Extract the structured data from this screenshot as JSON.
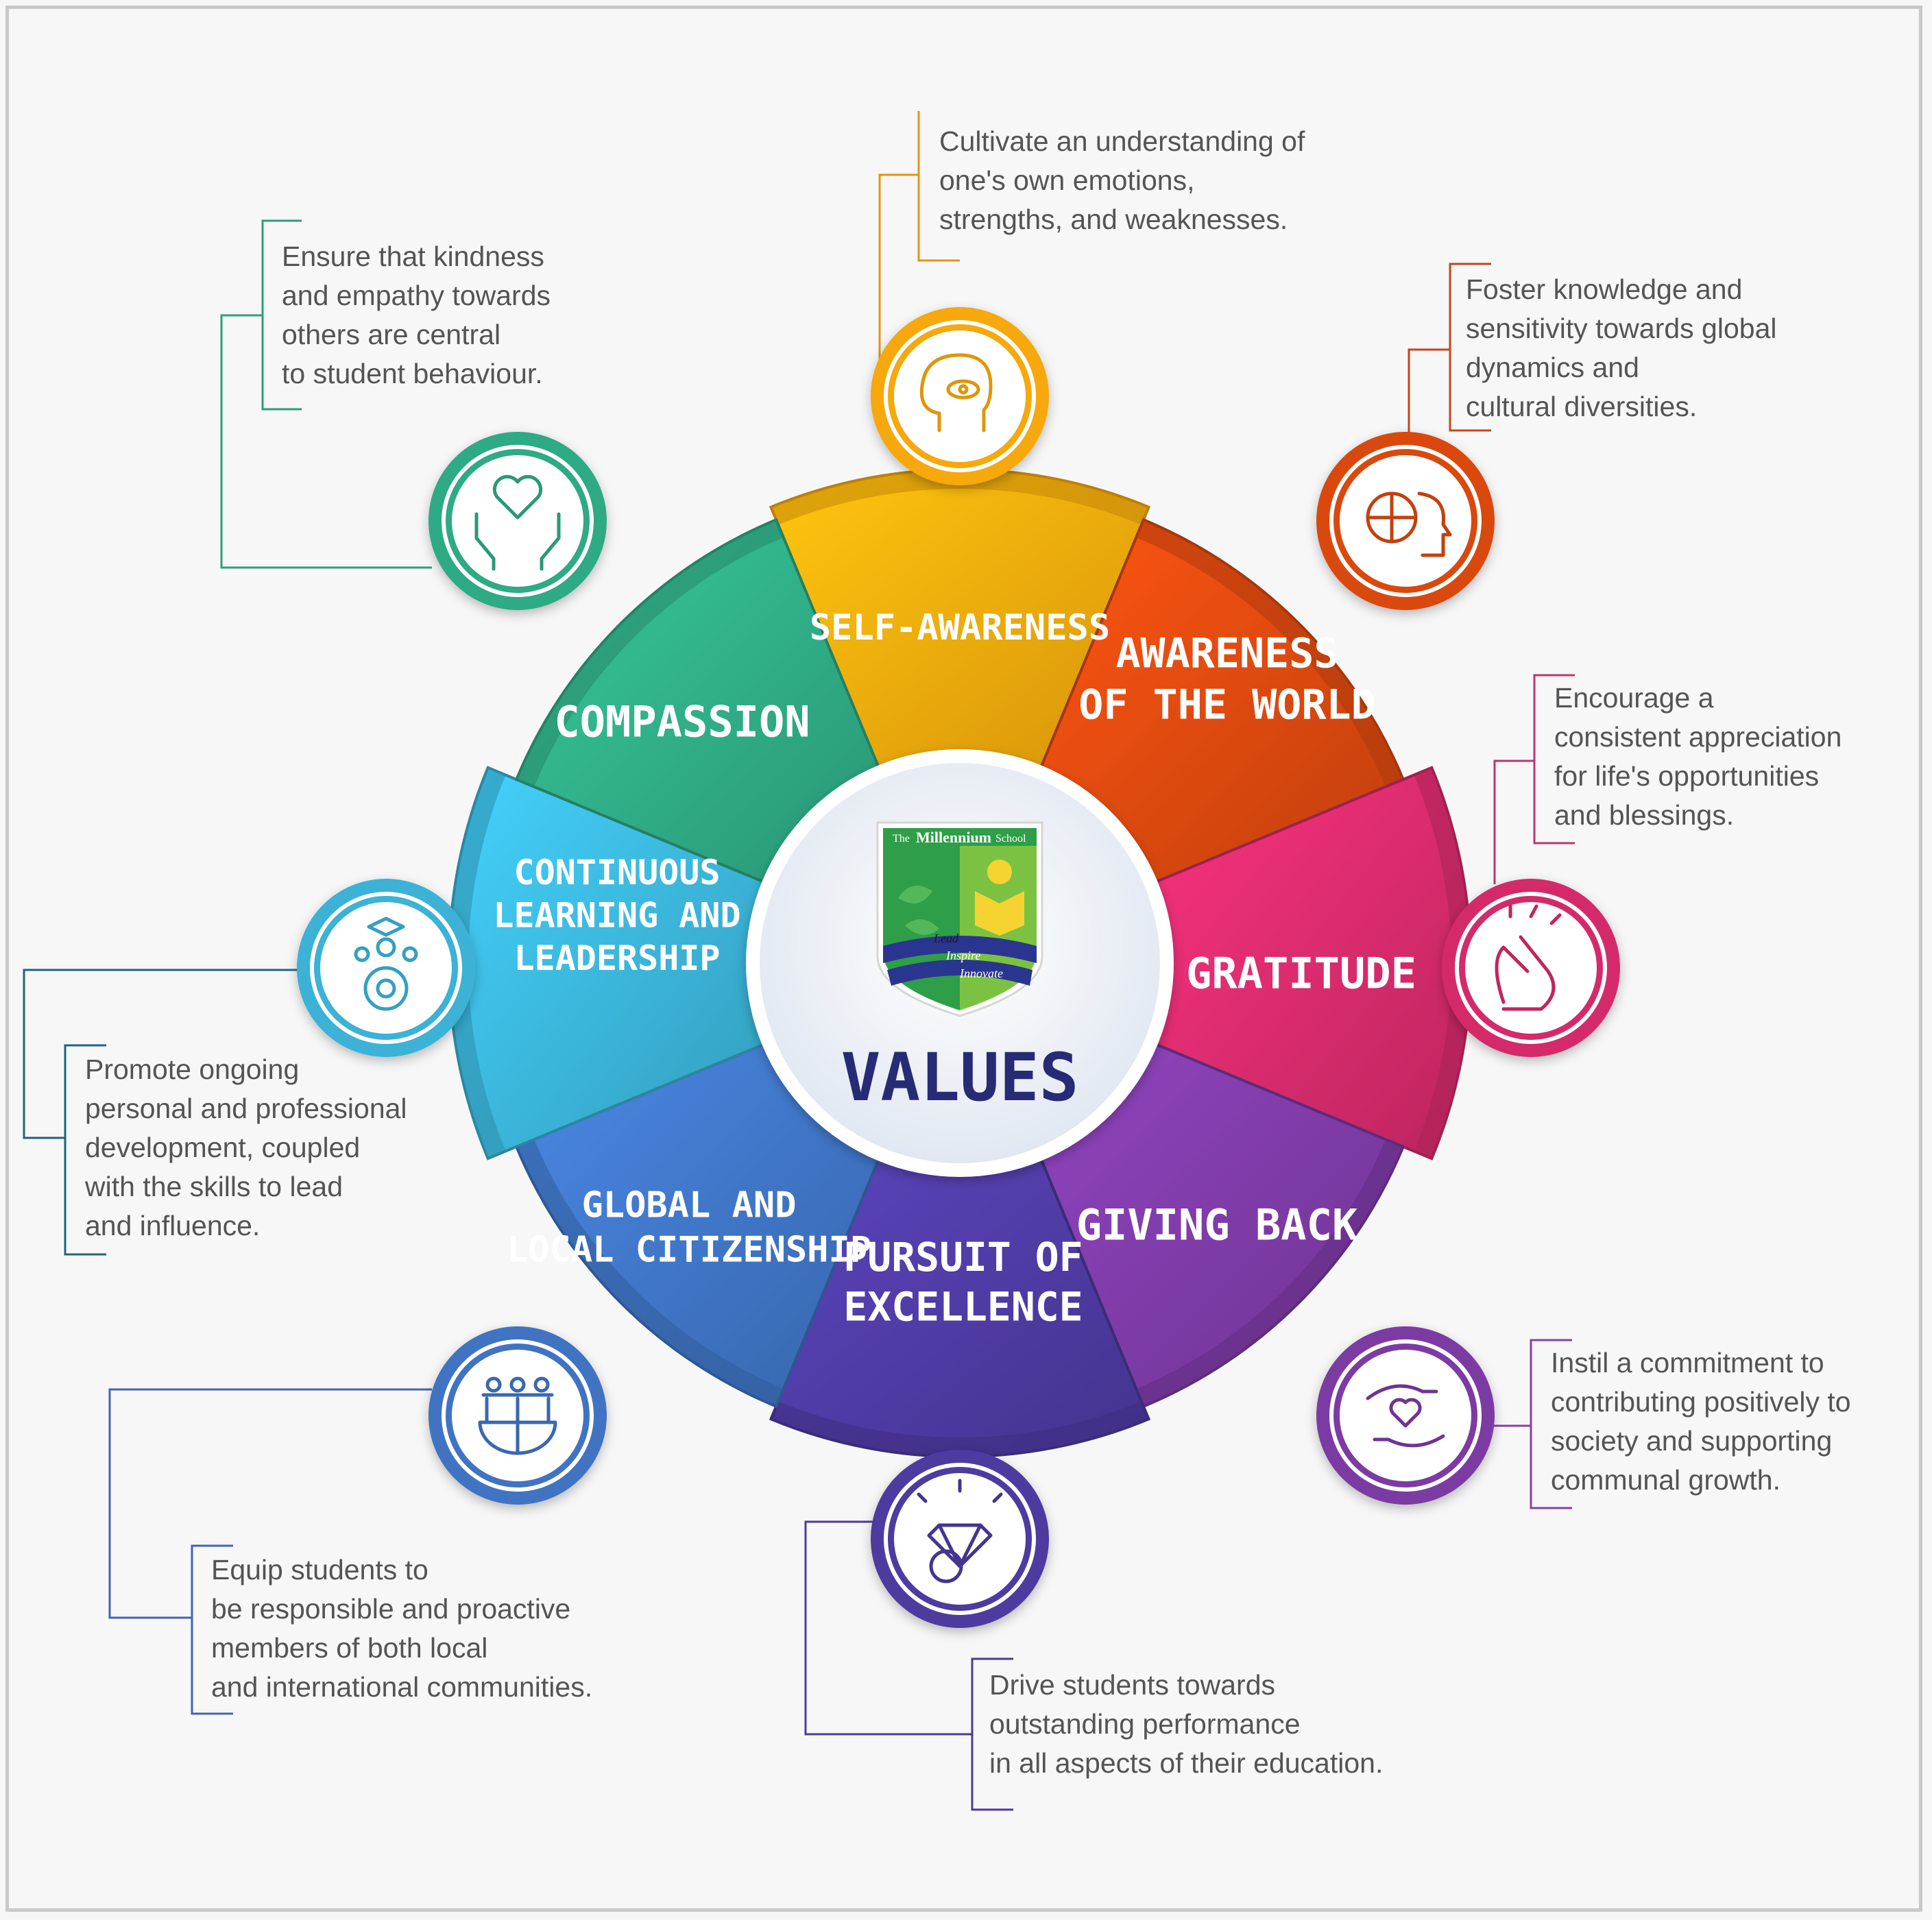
{
  "center": {
    "title": "VALUES",
    "logo": {
      "school_name_prefix": "The",
      "school_name": "Millennium",
      "school_name_suffix": "School",
      "motto": [
        "Lead",
        "Inspire",
        "Innovate"
      ]
    }
  },
  "segments": [
    {
      "id": "self-awareness",
      "label": [
        "SELF-AWARENESS"
      ],
      "icon": "head-eye-icon",
      "color": "#f6a80c",
      "description": [
        "Cultivate an understanding of",
        "one's own emotions,",
        "strengths, and weaknesses."
      ]
    },
    {
      "id": "awareness-of-the-world",
      "label": [
        "AWARENESS",
        "OF THE WORLD"
      ],
      "icon": "globe-head-icon",
      "color": "#d9480f",
      "description": [
        "Foster knowledge and",
        "sensitivity towards global",
        "dynamics and",
        "cultural diversities."
      ]
    },
    {
      "id": "gratitude",
      "label": [
        "GRATITUDE"
      ],
      "icon": "clapping-hands-icon",
      "color": "#d42a6b",
      "description": [
        "Encourage a",
        "consistent appreciation",
        "for life's opportunities",
        "and blessings."
      ]
    },
    {
      "id": "giving-back",
      "label": [
        "GIVING BACK"
      ],
      "icon": "hands-heart-icon",
      "color": "#7b3aa3",
      "description": [
        "Instil a commitment to",
        "contributing positively to",
        "society and supporting",
        "communal growth."
      ]
    },
    {
      "id": "pursuit-of-excellence",
      "label": [
        "PURSUIT OF",
        "EXCELLENCE"
      ],
      "icon": "diamond-gear-icon",
      "color": "#4d3aa0",
      "description": [
        "Drive students towards",
        "outstanding performance",
        "in all aspects of their education."
      ]
    },
    {
      "id": "global-and-local-citizenship",
      "label": [
        "GLOBAL AND",
        "LOCAL CITIZENSHIP"
      ],
      "icon": "people-globe-icon",
      "color": "#3f73c2",
      "description": [
        "Equip students to",
        "be responsible and proactive",
        "members of both local",
        "and international communities."
      ]
    },
    {
      "id": "continuous-learning-and-leadership",
      "label": [
        "CONTINUOUS",
        "LEARNING AND",
        "LEADERSHIP"
      ],
      "icon": "graduate-gear-icon",
      "color": "#3ab2d6",
      "description": [
        "Promote ongoing",
        "personal and professional",
        "development, coupled",
        "with the skills to lead",
        "and influence."
      ]
    },
    {
      "id": "compassion",
      "label": [
        "COMPASSION"
      ],
      "icon": "heart-hands-icon",
      "color": "#2faa84",
      "description": [
        "Ensure that kindness",
        "and empathy towards",
        "others are central",
        "to student behaviour."
      ]
    }
  ]
}
